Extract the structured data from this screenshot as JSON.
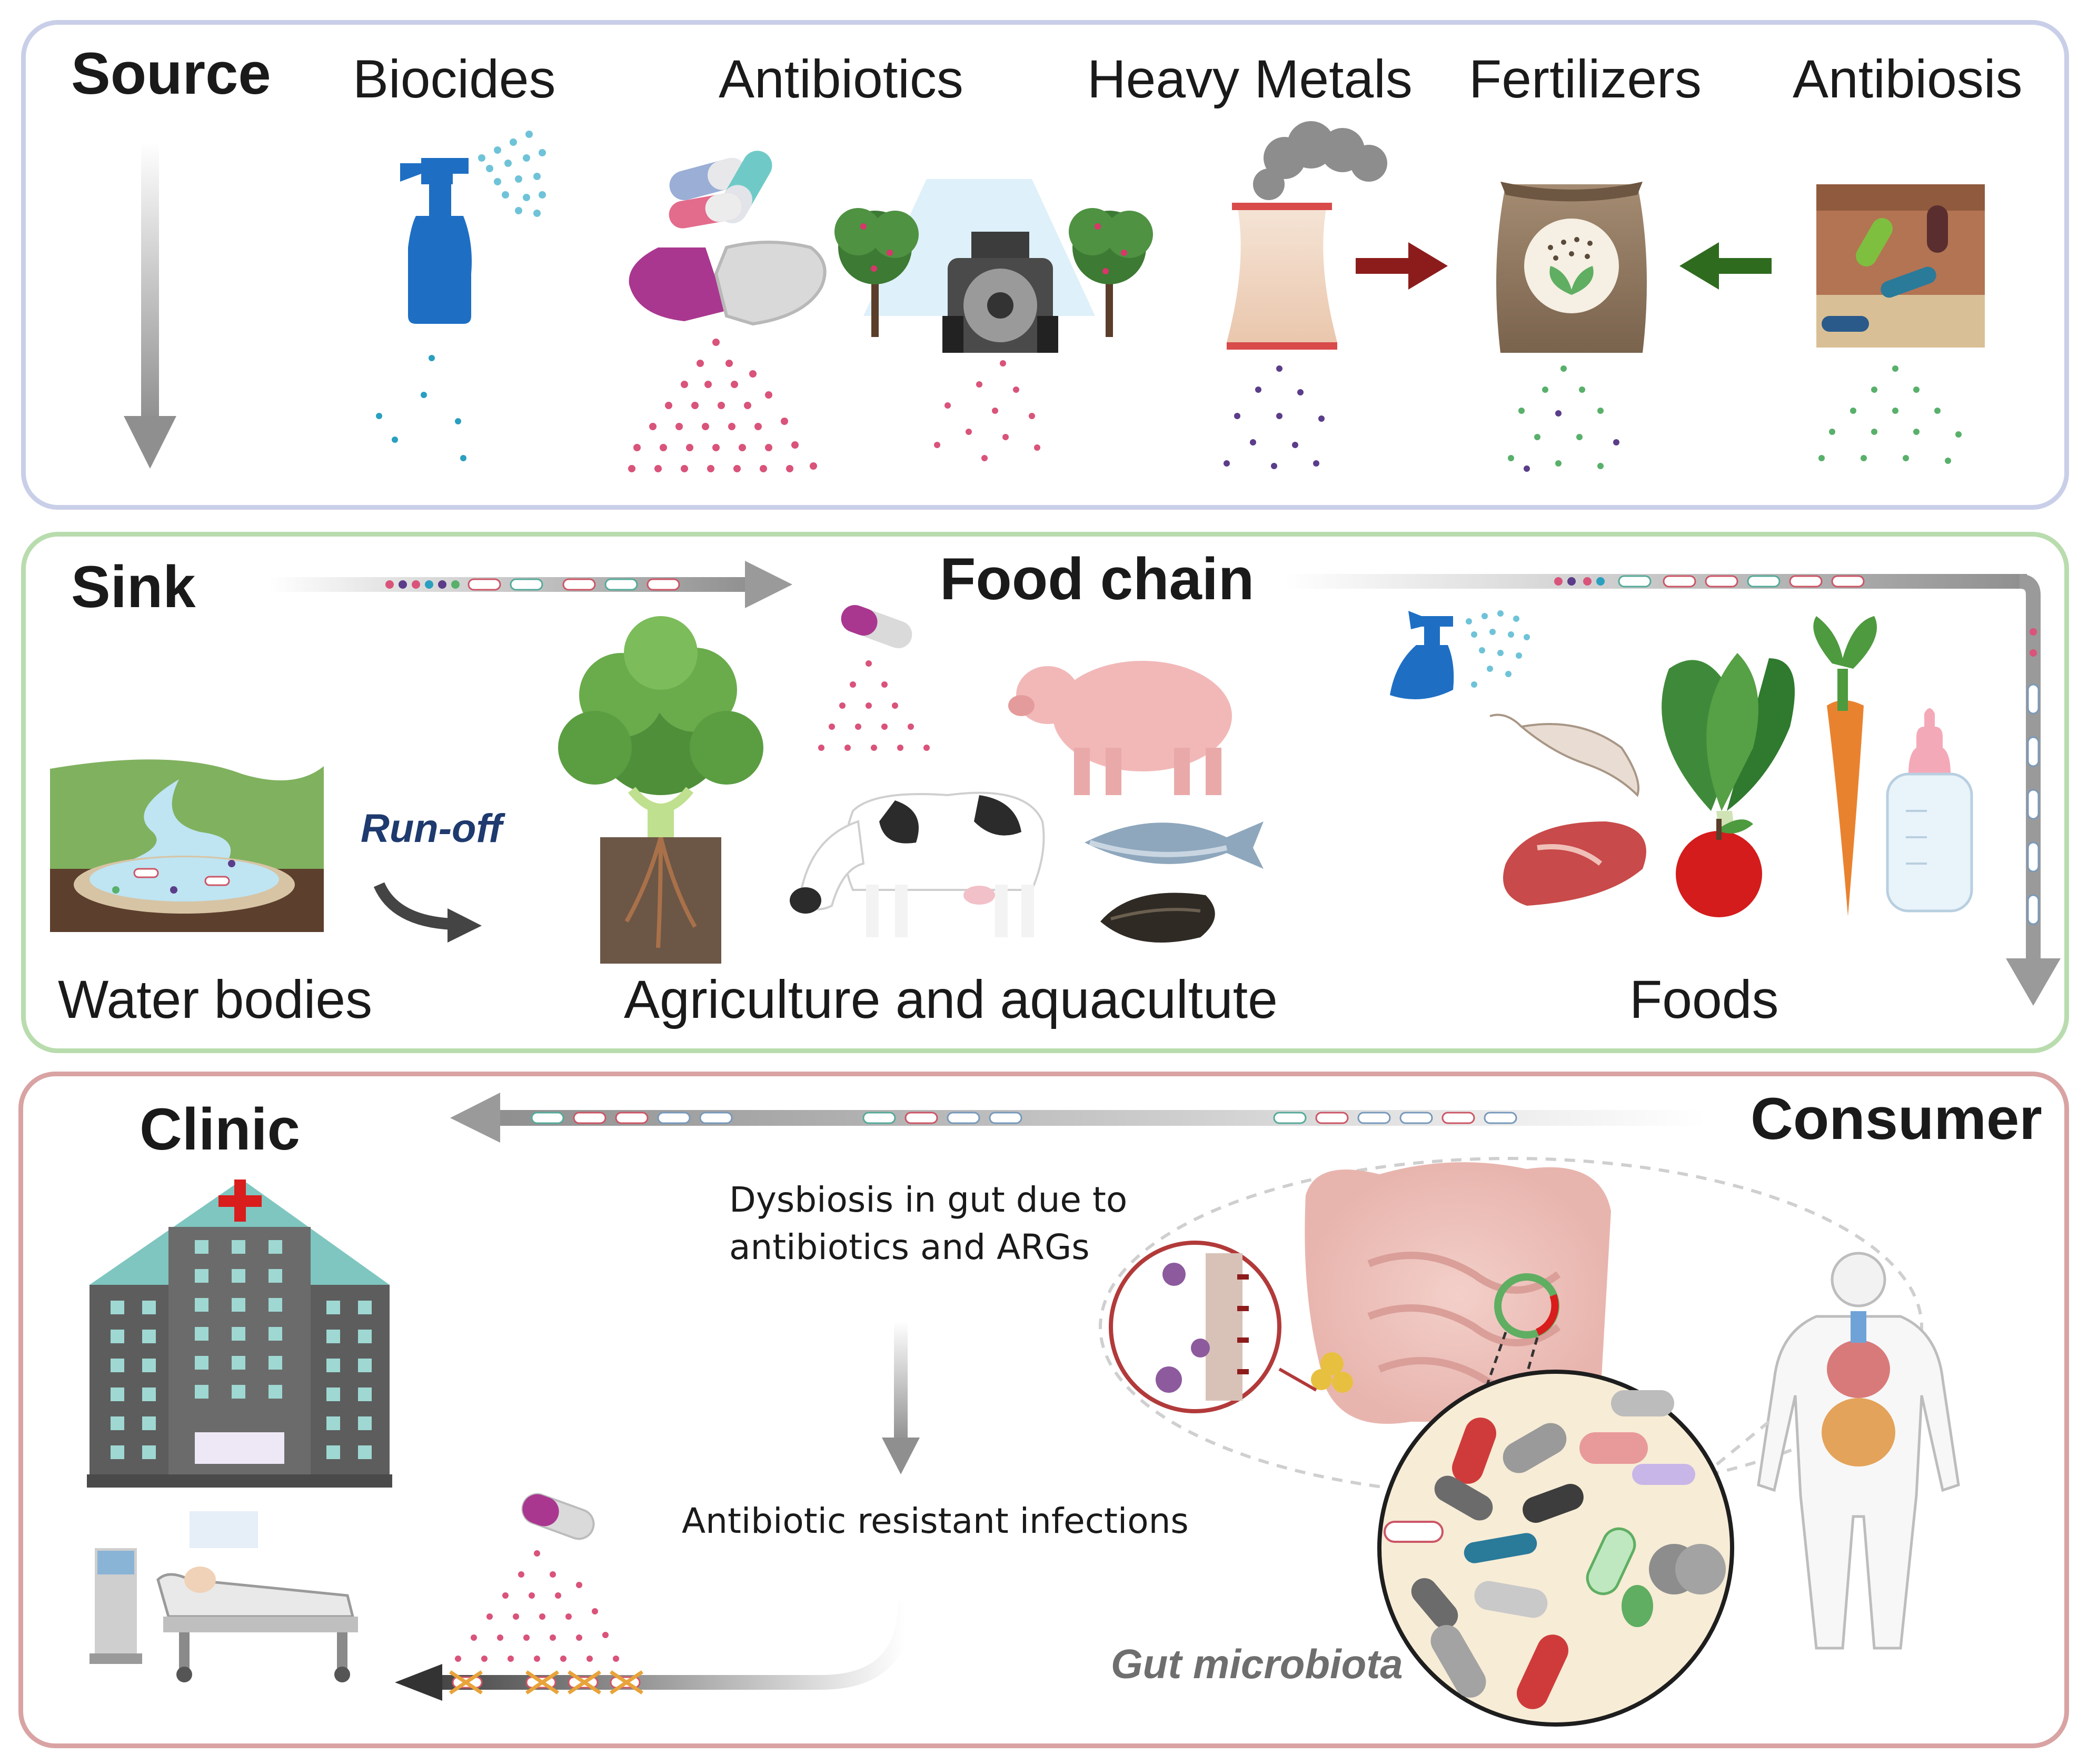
{
  "source": {
    "title": "Source",
    "items": [
      "Biocides",
      "Antibiotics",
      "Heavy Metals",
      "Fertilizers",
      "Antibiosis"
    ]
  },
  "sink": {
    "title": "Sink",
    "food_chain": "Food chain",
    "run_off": "Run-off",
    "water_bodies": "Water bodies",
    "agriculture": "Agriculture and aquacultute",
    "foods": "Foods"
  },
  "consumer": {
    "clinic": "Clinic",
    "consumer": "Consumer",
    "dysbiosis_line1": "Dysbiosis in gut due to",
    "dysbiosis_line2": "antibiotics and ARGs",
    "infections": "Antibiotic resistant infections",
    "gut_microbiota": "Gut microbiota"
  },
  "colors": {
    "source_border": "#c9cfe8",
    "sink_border": "#b9dcae",
    "consumer_border": "#d9a3a3",
    "arrow_gray": "#9a9a9a",
    "pill_dots": "#d9537a",
    "metal_dots": "#5b3d8a",
    "fertilizer_dots": "#58b06a",
    "biocide_dots": "#2a9fc0",
    "heavy_metal_arrow": "#8c1c1c",
    "antibiosis_arrow": "#2f6b1e"
  }
}
